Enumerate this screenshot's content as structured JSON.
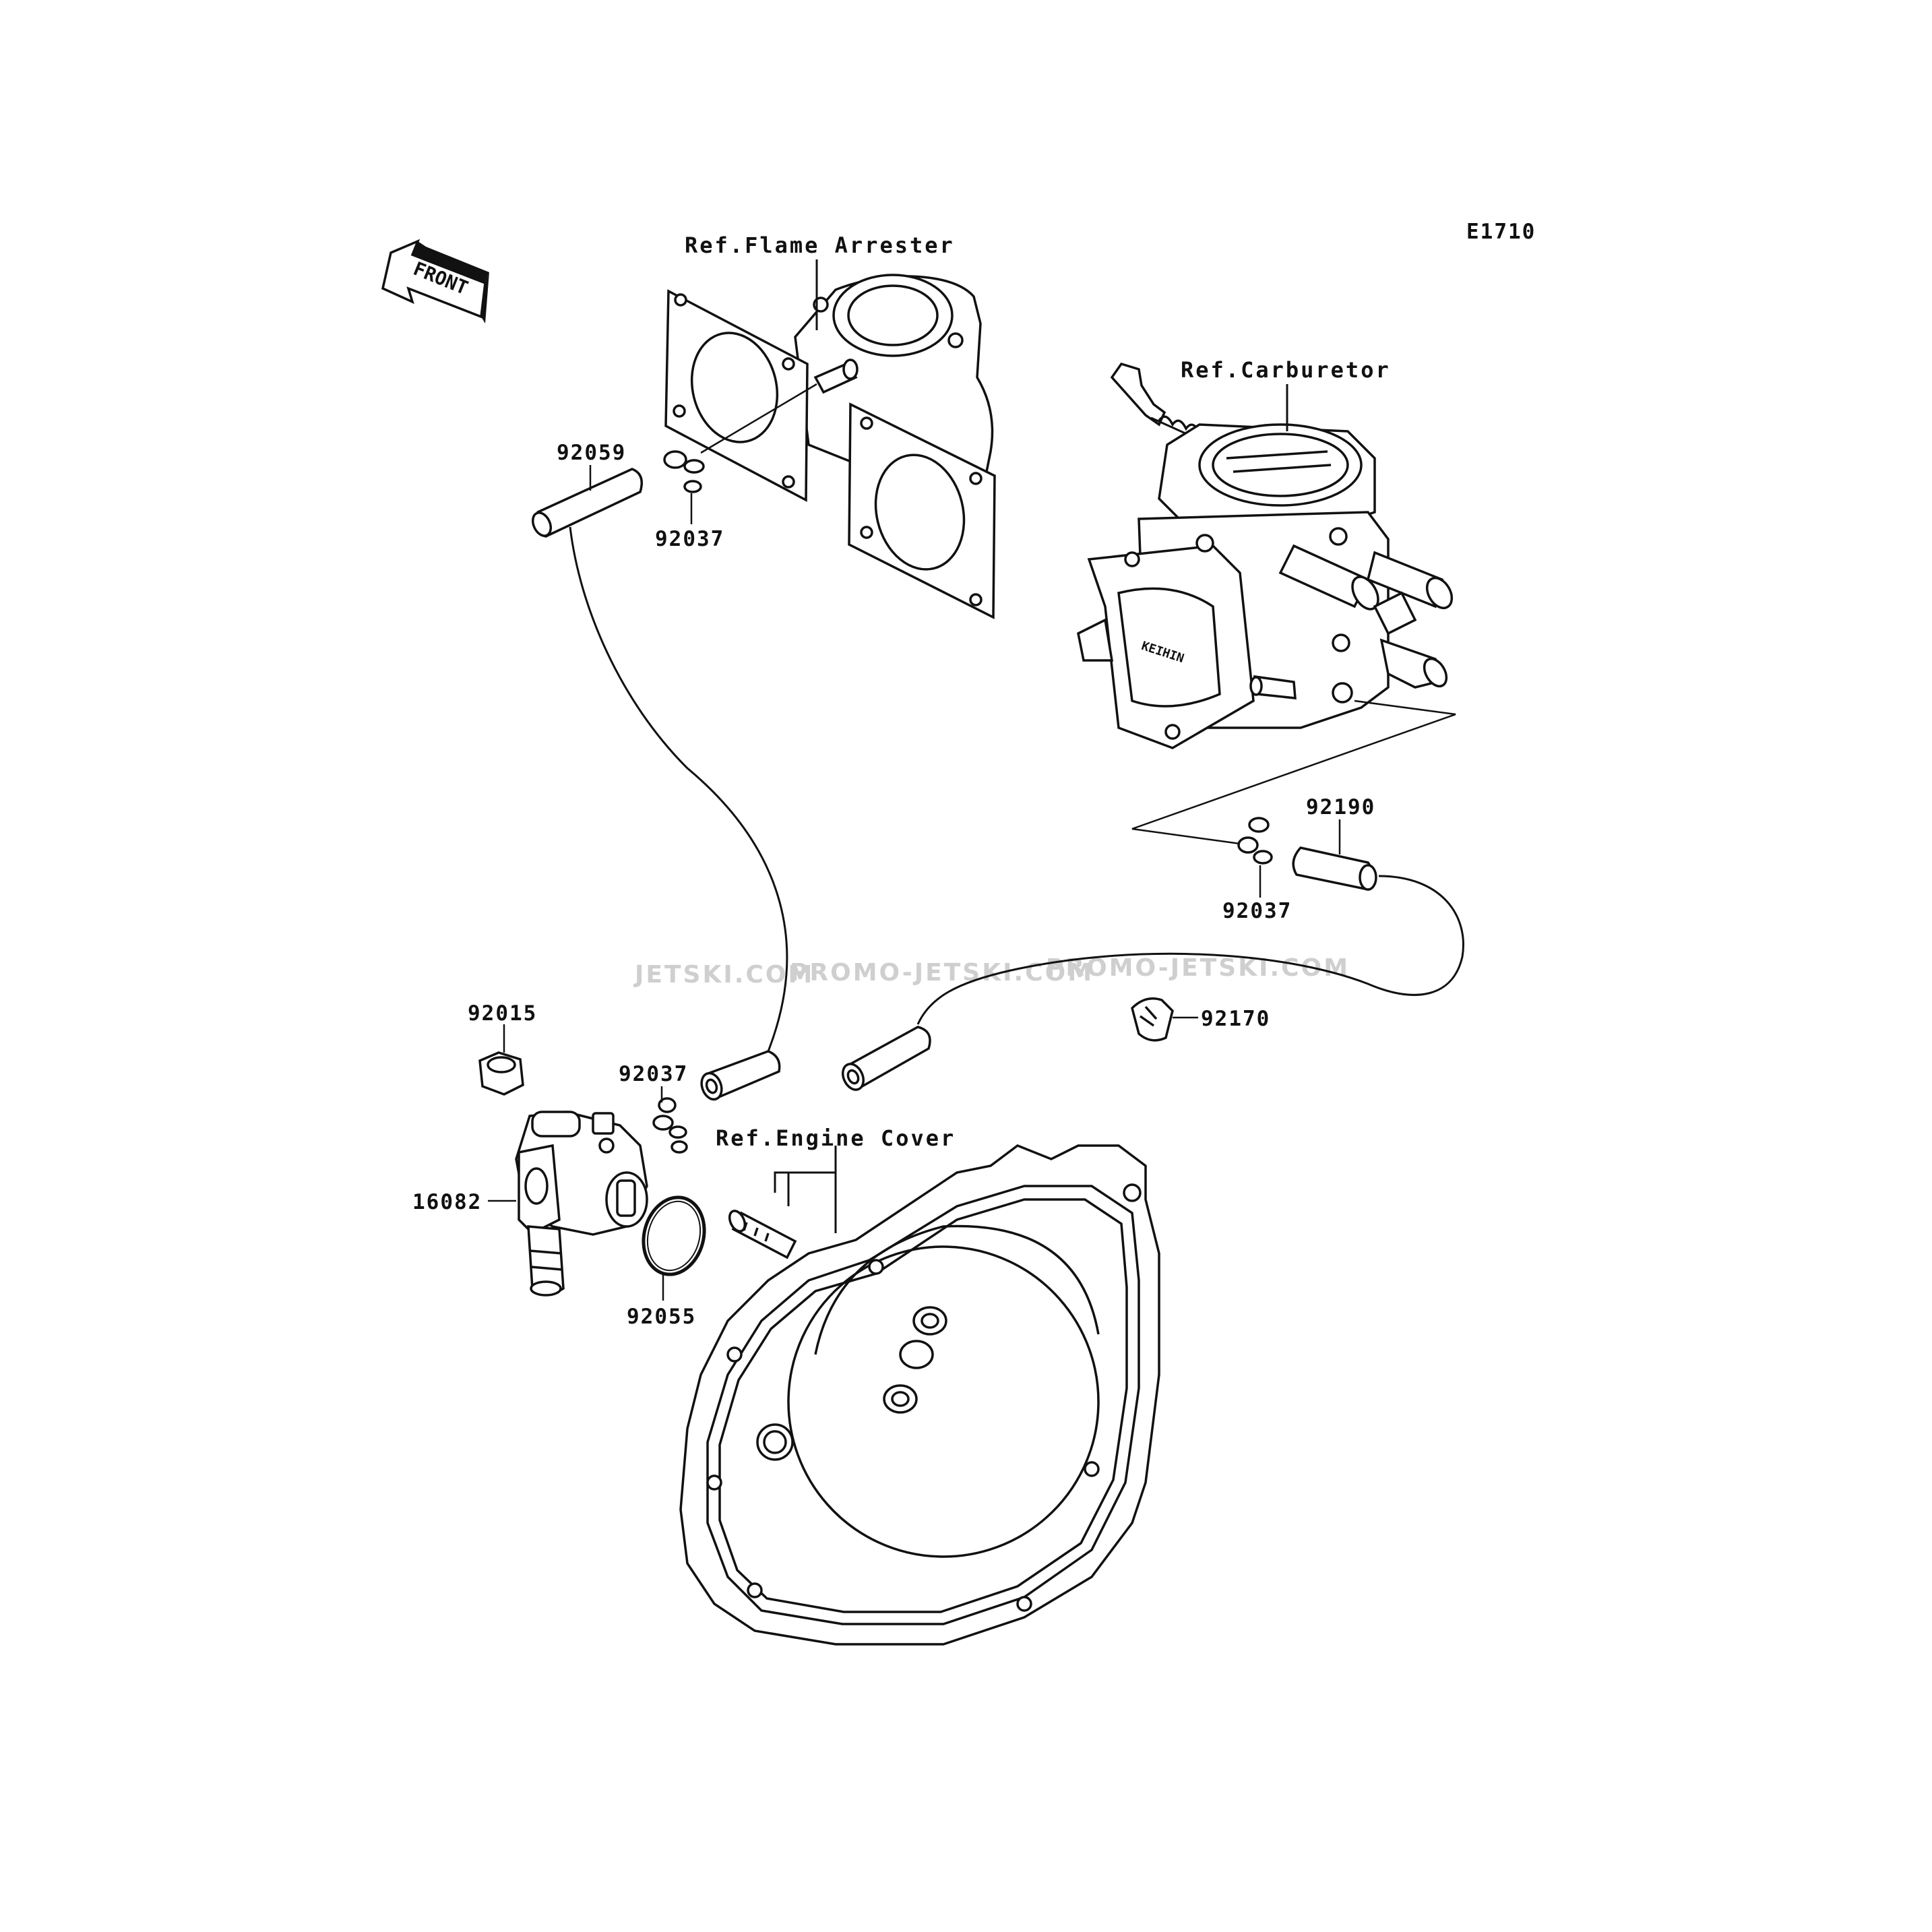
{
  "diagram_code": "E1710",
  "front_badge": "FRONT",
  "references": {
    "flame_arrester": "Ref.Flame Arrester",
    "carburetor": "Ref.Carburetor",
    "engine_cover": "Ref.Engine Cover"
  },
  "part_numbers": {
    "hose_upper": "92059",
    "clamp_upper": "92037",
    "hose_right": "92190",
    "clamp_right": "92037",
    "clip": "92170",
    "nut": "92015",
    "clamp_pump": "92037",
    "fuel_pump": "16082",
    "o_ring": "92055"
  },
  "watermarks": [
    "JETSKI.COM",
    "PROMO-JETSKI.COM",
    "PROMO-JETSKI.COM"
  ],
  "carb_label": "KEIHIN"
}
